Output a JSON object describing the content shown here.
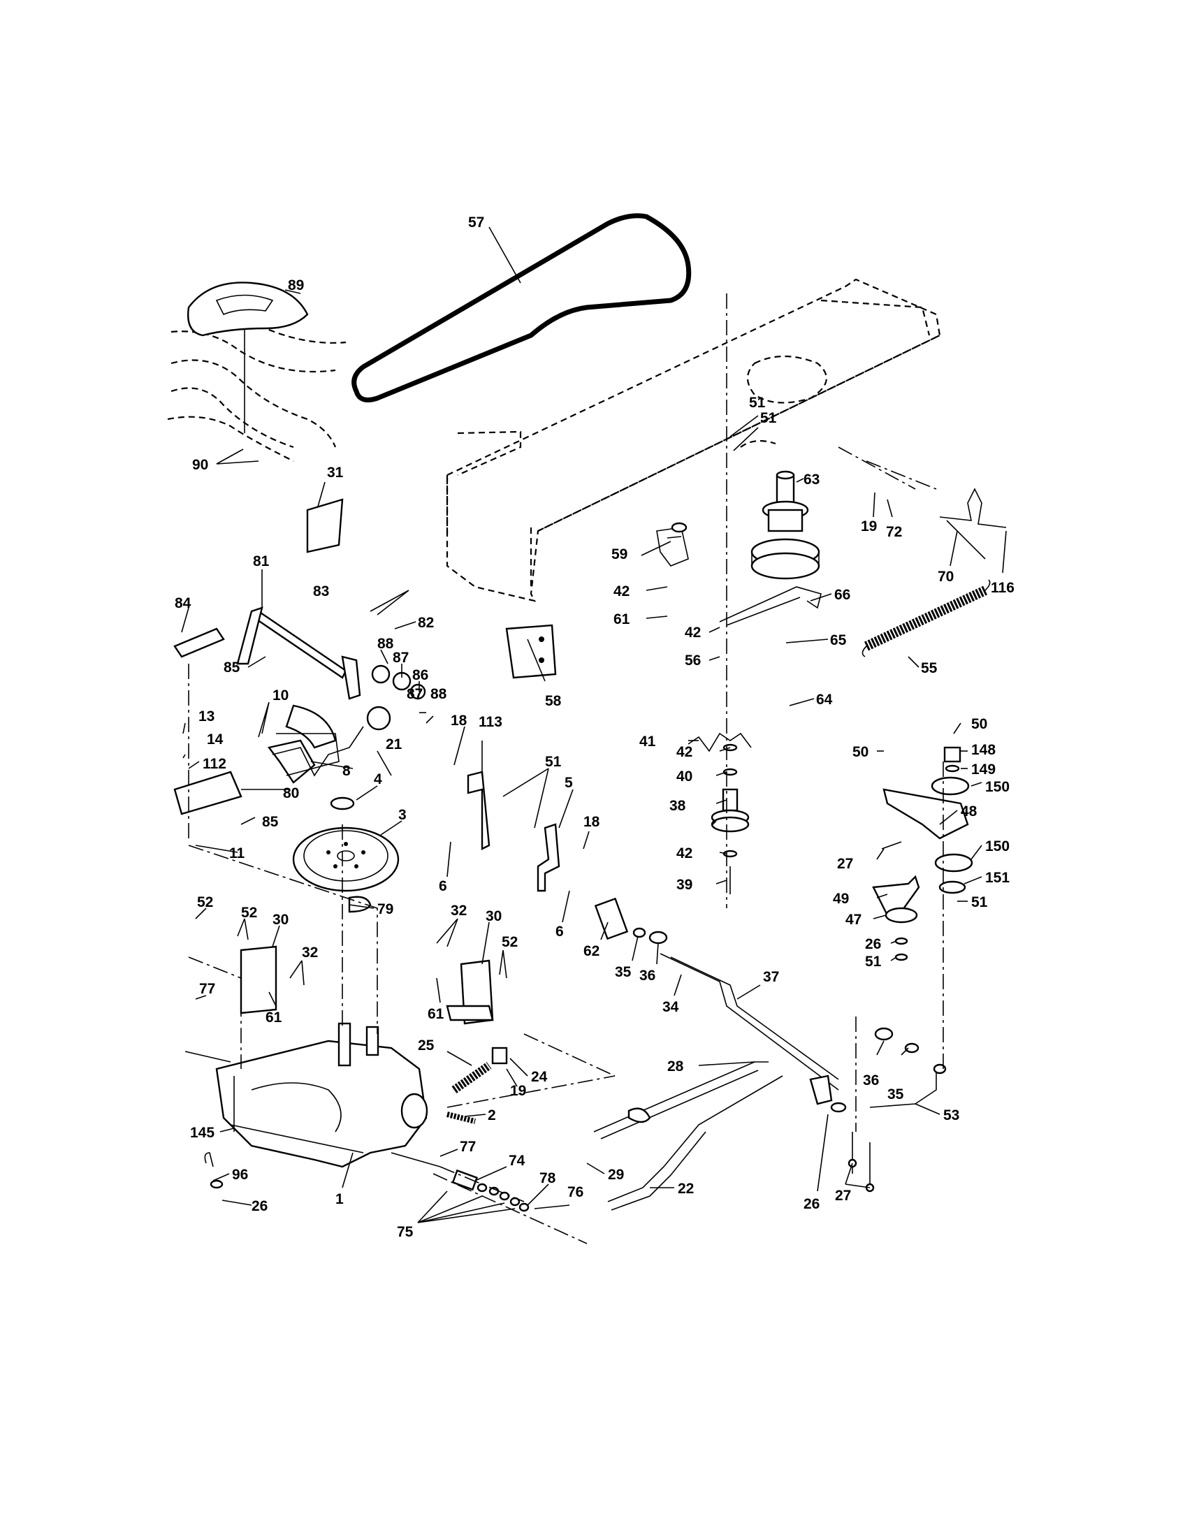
{
  "diagram": {
    "callouts": [
      {
        "id": "c57",
        "text": "57"
      },
      {
        "id": "c89",
        "text": "89"
      },
      {
        "id": "c90",
        "text": "90"
      },
      {
        "id": "c31",
        "text": "31"
      },
      {
        "id": "c51a",
        "text": "51"
      },
      {
        "id": "c51b",
        "text": "51"
      },
      {
        "id": "c63",
        "text": "63"
      },
      {
        "id": "c19a",
        "text": "19"
      },
      {
        "id": "c72",
        "text": "72"
      },
      {
        "id": "c70",
        "text": "70"
      },
      {
        "id": "c116",
        "text": "116"
      },
      {
        "id": "c59",
        "text": "59"
      },
      {
        "id": "c42a",
        "text": "42"
      },
      {
        "id": "c61a",
        "text": "61"
      },
      {
        "id": "c66",
        "text": "66"
      },
      {
        "id": "c42b",
        "text": "42"
      },
      {
        "id": "c56",
        "text": "56"
      },
      {
        "id": "c65",
        "text": "65"
      },
      {
        "id": "c64",
        "text": "64"
      },
      {
        "id": "c55",
        "text": "55"
      },
      {
        "id": "c81",
        "text": "81"
      },
      {
        "id": "c83",
        "text": "83"
      },
      {
        "id": "c82",
        "text": "82"
      },
      {
        "id": "c84",
        "text": "84"
      },
      {
        "id": "c88a",
        "text": "88"
      },
      {
        "id": "c87a",
        "text": "87"
      },
      {
        "id": "c86",
        "text": "86"
      },
      {
        "id": "c87b",
        "text": "87"
      },
      {
        "id": "c88b",
        "text": "88"
      },
      {
        "id": "c85a",
        "text": "85"
      },
      {
        "id": "c10",
        "text": "10"
      },
      {
        "id": "c58",
        "text": "58"
      },
      {
        "id": "c18a",
        "text": "18"
      },
      {
        "id": "c113",
        "text": "113"
      },
      {
        "id": "c21",
        "text": "21"
      },
      {
        "id": "c13",
        "text": "13"
      },
      {
        "id": "c14",
        "text": "14"
      },
      {
        "id": "c112",
        "text": "112"
      },
      {
        "id": "c8",
        "text": "8"
      },
      {
        "id": "c80",
        "text": "80"
      },
      {
        "id": "c85b",
        "text": "85"
      },
      {
        "id": "c4",
        "text": "4"
      },
      {
        "id": "c3",
        "text": "3"
      },
      {
        "id": "c51c",
        "text": "51"
      },
      {
        "id": "c5",
        "text": "5"
      },
      {
        "id": "c18b",
        "text": "18"
      },
      {
        "id": "c6a",
        "text": "6"
      },
      {
        "id": "c6b",
        "text": "6"
      },
      {
        "id": "c11",
        "text": "11"
      },
      {
        "id": "c41",
        "text": "41"
      },
      {
        "id": "c42c",
        "text": "42"
      },
      {
        "id": "c40",
        "text": "40"
      },
      {
        "id": "c38",
        "text": "38"
      },
      {
        "id": "c42d",
        "text": "42"
      },
      {
        "id": "c39",
        "text": "39"
      },
      {
        "id": "c50a",
        "text": "50"
      },
      {
        "id": "c50b",
        "text": "50"
      },
      {
        "id": "c148",
        "text": "148"
      },
      {
        "id": "c149",
        "text": "149"
      },
      {
        "id": "c150a",
        "text": "150"
      },
      {
        "id": "c48",
        "text": "48"
      },
      {
        "id": "c27a",
        "text": "27"
      },
      {
        "id": "c150b",
        "text": "150"
      },
      {
        "id": "c151",
        "text": "151"
      },
      {
        "id": "c49",
        "text": "49"
      },
      {
        "id": "c51d",
        "text": "51"
      },
      {
        "id": "c47",
        "text": "47"
      },
      {
        "id": "c26a",
        "text": "26"
      },
      {
        "id": "c51e",
        "text": "51"
      },
      {
        "id": "c79",
        "text": "79"
      },
      {
        "id": "c52a",
        "text": "52"
      },
      {
        "id": "c52b",
        "text": "52"
      },
      {
        "id": "c30a",
        "text": "30"
      },
      {
        "id": "c32a",
        "text": "32"
      },
      {
        "id": "c32b",
        "text": "32"
      },
      {
        "id": "c30b",
        "text": "30"
      },
      {
        "id": "c52c",
        "text": "52"
      },
      {
        "id": "c62",
        "text": "62"
      },
      {
        "id": "c35a",
        "text": "35"
      },
      {
        "id": "c36a",
        "text": "36"
      },
      {
        "id": "c34",
        "text": "34"
      },
      {
        "id": "c37",
        "text": "37"
      },
      {
        "id": "c77a",
        "text": "77"
      },
      {
        "id": "c61b",
        "text": "61"
      },
      {
        "id": "c61c",
        "text": "61"
      },
      {
        "id": "c25",
        "text": "25"
      },
      {
        "id": "c24",
        "text": "24"
      },
      {
        "id": "c19b",
        "text": "19"
      },
      {
        "id": "c2",
        "text": "2"
      },
      {
        "id": "c28",
        "text": "28"
      },
      {
        "id": "c36b",
        "text": "36"
      },
      {
        "id": "c35b",
        "text": "35"
      },
      {
        "id": "c53",
        "text": "53"
      },
      {
        "id": "c145",
        "text": "145"
      },
      {
        "id": "c77b",
        "text": "77"
      },
      {
        "id": "c74",
        "text": "74"
      },
      {
        "id": "c29",
        "text": "29"
      },
      {
        "id": "c22",
        "text": "22"
      },
      {
        "id": "c26b",
        "text": "26"
      },
      {
        "id": "c27b",
        "text": "27"
      },
      {
        "id": "c96",
        "text": "96"
      },
      {
        "id": "c1",
        "text": "1"
      },
      {
        "id": "c78",
        "text": "78"
      },
      {
        "id": "c76",
        "text": "76"
      },
      {
        "id": "c26c",
        "text": "26"
      },
      {
        "id": "c75",
        "text": "75"
      }
    ]
  }
}
